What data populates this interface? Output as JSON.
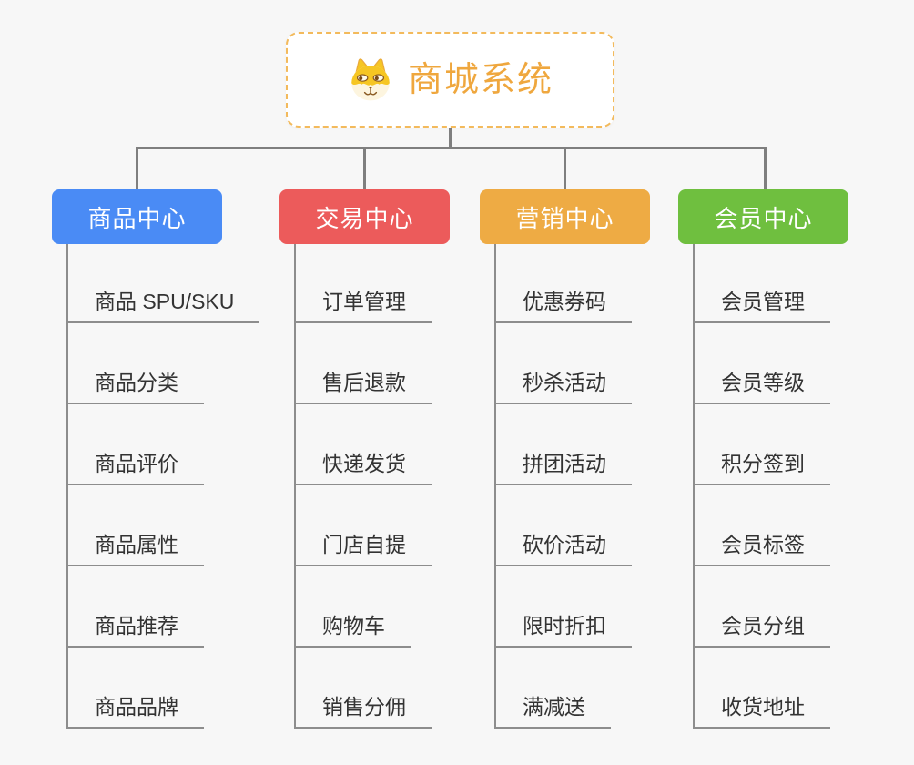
{
  "root": {
    "title": "商城系统",
    "icon": "shiba-dog-icon",
    "text_color": "#efa73e",
    "border_color": "#f3ba5c"
  },
  "branches": [
    {
      "label": "商品中心",
      "color": "#4a8bf5",
      "items": [
        "商品 SPU/SKU",
        "商品分类",
        "商品评价",
        "商品属性",
        "商品推荐",
        "商品品牌"
      ]
    },
    {
      "label": "交易中心",
      "color": "#ec5b5b",
      "items": [
        "订单管理",
        "售后退款",
        "快递发货",
        "门店自提",
        "购物车",
        "销售分佣"
      ]
    },
    {
      "label": "营销中心",
      "color": "#eeab44",
      "items": [
        "优惠券码",
        "秒杀活动",
        "拼团活动",
        "砍价活动",
        "限时折扣",
        "满减送"
      ]
    },
    {
      "label": "会员中心",
      "color": "#6fbf3f",
      "items": [
        "会员管理",
        "会员等级",
        "积分签到",
        "会员标签",
        "会员分组",
        "收货地址"
      ]
    }
  ],
  "colors": {
    "background": "#f7f7f7",
    "connector": "#7f7f7f",
    "leaf_line": "#8d8d8d",
    "leaf_text": "#333333",
    "branch_text": "#ffffff"
  }
}
